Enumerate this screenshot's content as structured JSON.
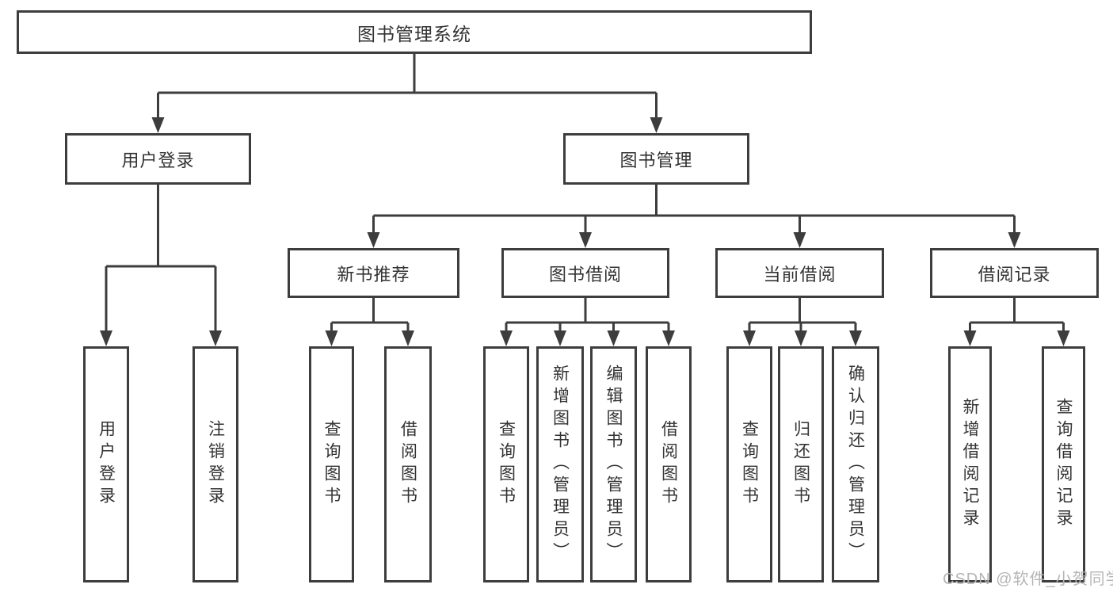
{
  "diagram": {
    "tree": {
      "label": "图书管理系统",
      "children": [
        {
          "label": "用户登录",
          "children": [
            {
              "label": "用户登录"
            },
            {
              "label": "注销登录"
            }
          ]
        },
        {
          "label": "图书管理",
          "children": [
            {
              "label": "新书推荐",
              "children": [
                {
                  "label": "查询图书"
                },
                {
                  "label": "借阅图书"
                }
              ]
            },
            {
              "label": "图书借阅",
              "children": [
                {
                  "label": "查询图书"
                },
                {
                  "label": "新增图书（管理员）"
                },
                {
                  "label": "编辑图书（管理员）"
                },
                {
                  "label": "借阅图书"
                }
              ]
            },
            {
              "label": "当前借阅",
              "children": [
                {
                  "label": "查询图书"
                },
                {
                  "label": "归还图书"
                },
                {
                  "label": "确认归还（管理员）"
                }
              ]
            },
            {
              "label": "借阅记录",
              "children": [
                {
                  "label": "新增借阅记录"
                },
                {
                  "label": "查询借阅记录"
                }
              ]
            }
          ]
        }
      ]
    },
    "watermark": "CSDN @软件_小贺同学",
    "colors": {
      "line": "#3d3d3d",
      "text": "#333333",
      "watermark": "#b5b5b5",
      "background": "#ffffff"
    }
  }
}
